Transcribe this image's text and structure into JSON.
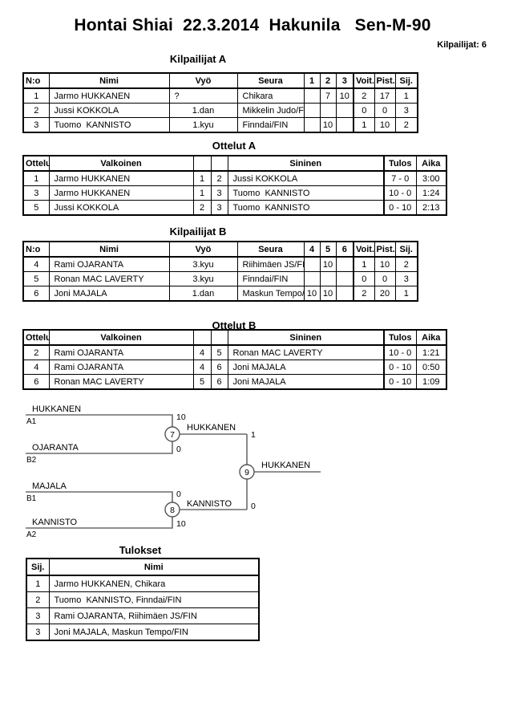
{
  "header": {
    "title": "Hontai Shiai  22.3.2014  Hakunila   Sen-M-90",
    "participants_label": "Kilpailijat: 6"
  },
  "section_titles": {
    "kilpailijat_a": "Kilpailijat A",
    "ottelut_a": "Ottelut A",
    "kilpailijat_b": "Kilpailijat B",
    "ottelut_b": "Ottelut B",
    "tulokset": "Tulokset"
  },
  "competitor_headers": {
    "no": "N:o",
    "nimi": "Nimi",
    "vyo": "Vyö",
    "seura": "Seura",
    "voit": "Voit.",
    "pist": "Pist.",
    "sij": "Sij."
  },
  "ottelut_headers": {
    "ottelu": "Ottelu",
    "valkoinen": "Valkoinen",
    "sininen": "Sininen",
    "tulos": "Tulos",
    "aika": "Aika"
  },
  "kilpailijat_a": {
    "match_cols": [
      "1",
      "2",
      "3"
    ],
    "rows": [
      {
        "no": "1",
        "nimi": "Jarmo HUKKANEN",
        "vyo": "?",
        "seura": "Chikara",
        "m1": "",
        "m2": "7",
        "m3": "10",
        "voit": "2",
        "pist": "17",
        "sij": "1"
      },
      {
        "no": "2",
        "nimi": "Jussi KOKKOLA",
        "vyo": "1.dan",
        "seura": "Mikkelin Judo/FIN",
        "m1": "",
        "m2": "",
        "m3": "",
        "voit": "0",
        "pist": "0",
        "sij": "3"
      },
      {
        "no": "3",
        "nimi": "Tuomo  KANNISTO",
        "vyo": "1.kyu",
        "seura": "Finndai/FIN",
        "m1": "",
        "m2": "10",
        "m3": "",
        "voit": "1",
        "pist": "10",
        "sij": "2"
      }
    ]
  },
  "ottelut_a": {
    "rows": [
      {
        "ottelu": "1",
        "valkoinen": "Jarmo HUKKANEN",
        "wno": "1",
        "bno": "2",
        "sininen": "Jussi KOKKOLA",
        "tulos": "7 - 0",
        "aika": "3:00"
      },
      {
        "ottelu": "3",
        "valkoinen": "Jarmo HUKKANEN",
        "wno": "1",
        "bno": "3",
        "sininen": "Tuomo  KANNISTO",
        "tulos": "10 - 0",
        "aika": "1:24"
      },
      {
        "ottelu": "5",
        "valkoinen": "Jussi KOKKOLA",
        "wno": "2",
        "bno": "3",
        "sininen": "Tuomo  KANNISTO",
        "tulos": "0 - 10",
        "aika": "2:13"
      }
    ]
  },
  "kilpailijat_b": {
    "match_cols": [
      "4",
      "5",
      "6"
    ],
    "rows": [
      {
        "no": "4",
        "nimi": "Rami OJARANTA",
        "vyo": "3.kyu",
        "seura": "Riihimäen JS/FIN",
        "m1": "",
        "m2": "10",
        "m3": "",
        "voit": "1",
        "pist": "10",
        "sij": "2"
      },
      {
        "no": "5",
        "nimi": "Ronan MAC LAVERTY",
        "vyo": "3.kyu",
        "seura": "Finndai/FIN",
        "m1": "",
        "m2": "",
        "m3": "",
        "voit": "0",
        "pist": "0",
        "sij": "3"
      },
      {
        "no": "6",
        "nimi": "Joni MAJALA",
        "vyo": "1.dan",
        "seura": "Maskun Tempo/FIN",
        "m1": "10",
        "m2": "10",
        "m3": "",
        "voit": "2",
        "pist": "20",
        "sij": "1"
      }
    ]
  },
  "ottelut_b": {
    "rows": [
      {
        "ottelu": "2",
        "valkoinen": "Rami OJARANTA",
        "wno": "4",
        "bno": "5",
        "sininen": "Ronan MAC LAVERTY",
        "tulos": "10 - 0",
        "aika": "1:21"
      },
      {
        "ottelu": "4",
        "valkoinen": "Rami OJARANTA",
        "wno": "4",
        "bno": "6",
        "sininen": "Joni MAJALA",
        "tulos": "0 - 10",
        "aika": "0:50"
      },
      {
        "ottelu": "6",
        "valkoinen": "Ronan MAC LAVERTY",
        "wno": "5",
        "bno": "6",
        "sininen": "Joni MAJALA",
        "tulos": "0 - 10",
        "aika": "1:09"
      }
    ]
  },
  "bracket": {
    "semi1": {
      "top_name": "HUKKANEN",
      "top_seed": "A1",
      "top_score": "10",
      "bottom_name": "OJARANTA",
      "bottom_seed": "B2",
      "bottom_score": "0",
      "match_no": "7",
      "winner": "HUKKANEN",
      "winner_score": "1"
    },
    "semi2": {
      "top_name": "MAJALA",
      "top_seed": "B1",
      "top_score": "0",
      "bottom_name": "KANNISTO",
      "bottom_seed": "A2",
      "bottom_score": "10",
      "match_no": "8",
      "winner": "KANNISTO",
      "winner_score": "0"
    },
    "final": {
      "match_no": "9",
      "winner": "HUKKANEN"
    }
  },
  "tulokset": {
    "headers": {
      "sij": "Sij.",
      "nimi": "Nimi"
    },
    "rows": [
      {
        "sij": "1",
        "nimi": "Jarmo HUKKANEN, Chikara"
      },
      {
        "sij": "2",
        "nimi": "Tuomo  KANNISTO, Finndai/FIN"
      },
      {
        "sij": "3",
        "nimi": "Rami OJARANTA, Riihimäen JS/FIN"
      },
      {
        "sij": "3",
        "nimi": "Joni MAJALA, Maskun Tempo/FIN"
      }
    ]
  }
}
